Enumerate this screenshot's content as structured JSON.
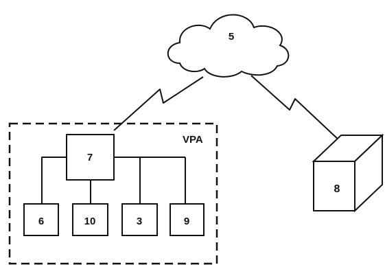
{
  "diagram": {
    "cloud_label": "5",
    "group_label": "VPA",
    "hub_label": "7",
    "leaf_labels": [
      "6",
      "10",
      "3",
      "9"
    ],
    "external_device_label": "8"
  },
  "colors": {
    "line": "#111111",
    "background": "#ffffff"
  }
}
